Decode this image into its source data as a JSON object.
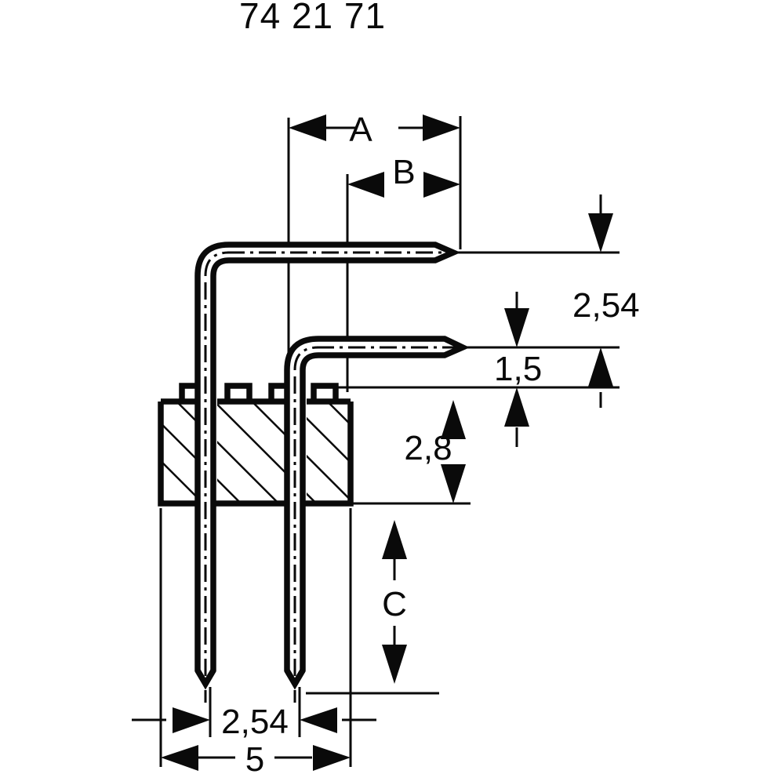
{
  "document": {
    "type": "technical-drawing",
    "title": "74 21 71",
    "subject": "right-angle pin header connector, cross-section side view",
    "units_note": "millimetres (comma decimal separator)"
  },
  "title_block": {
    "part_number": "74 21 71"
  },
  "dimensions": {
    "horizontal_top_A": {
      "label": "A",
      "orientation": "horizontal",
      "arrow_style": "outward",
      "description": "overall length from body mounting face to tip of upper bent pin"
    },
    "horizontal_top_B": {
      "label": "B",
      "orientation": "horizontal",
      "arrow_style": "outward",
      "description": "length from lower pin bend reference to tip of pin"
    },
    "vertical_right_pitch": {
      "label": "2,54",
      "orientation": "vertical",
      "arrow_style": "inward",
      "description": "row-to-row pitch between upper and lower horizontal pins"
    },
    "vertical_small": {
      "label": "1,5",
      "orientation": "vertical",
      "arrow_style": "inward",
      "description": "height from body top face to lower pin centreline"
    },
    "vertical_body": {
      "label": "2,8",
      "orientation": "vertical",
      "arrow_style": "outward",
      "description": "insulator body height"
    },
    "vertical_tail_C": {
      "label": "C",
      "orientation": "vertical",
      "arrow_style": "outward",
      "description": "solder tail length below body"
    },
    "horizontal_pitch": {
      "label": "2,54",
      "orientation": "horizontal",
      "arrow_style": "inward",
      "description": "pin-to-pin pitch"
    },
    "horizontal_width": {
      "label": "5",
      "orientation": "horizontal",
      "arrow_style": "outward",
      "description": "overall insulator body width"
    }
  },
  "colors": {
    "ink": "#0a0a0a",
    "background": "#ffffff"
  },
  "parts": [
    {
      "name": "insulator-body",
      "style": "hatched-section"
    },
    {
      "name": "upper-bent-pin",
      "style": "outline-with-centerline"
    },
    {
      "name": "lower-bent-pin",
      "style": "outline-with-centerline"
    },
    {
      "name": "left-solder-tail",
      "style": "outline-with-centerline"
    },
    {
      "name": "right-solder-tail",
      "style": "outline-with-centerline"
    }
  ]
}
